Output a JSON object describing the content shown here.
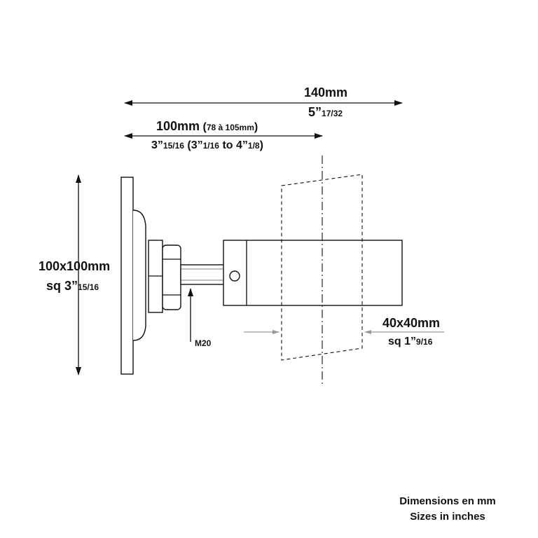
{
  "dimensions": {
    "overall": {
      "metric": "140mm",
      "imperial_whole": "5”",
      "imperial_frac": "17/32"
    },
    "projection": {
      "metric": "100mm",
      "metric_range_open": "(",
      "metric_range": "78 à 105mm",
      "metric_range_close": ")",
      "imperial_whole": "3”",
      "imperial_frac": "15/16",
      "imperial_range_a_whole": "(3”",
      "imperial_range_a_frac": "1/16",
      "imperial_range_to": "to 4”",
      "imperial_range_b_frac": "1/8",
      "imperial_range_close": ")"
    },
    "plate": {
      "metric": "100x100mm",
      "prefix": "sq 3”",
      "frac": "15/16"
    },
    "thread": {
      "label": "M20"
    },
    "tube": {
      "metric": "40x40mm",
      "prefix": "sq 1”",
      "frac": "9/16"
    }
  },
  "notes": {
    "line1": "Dimensions en mm",
    "line2": "Sizes in inches"
  }
}
